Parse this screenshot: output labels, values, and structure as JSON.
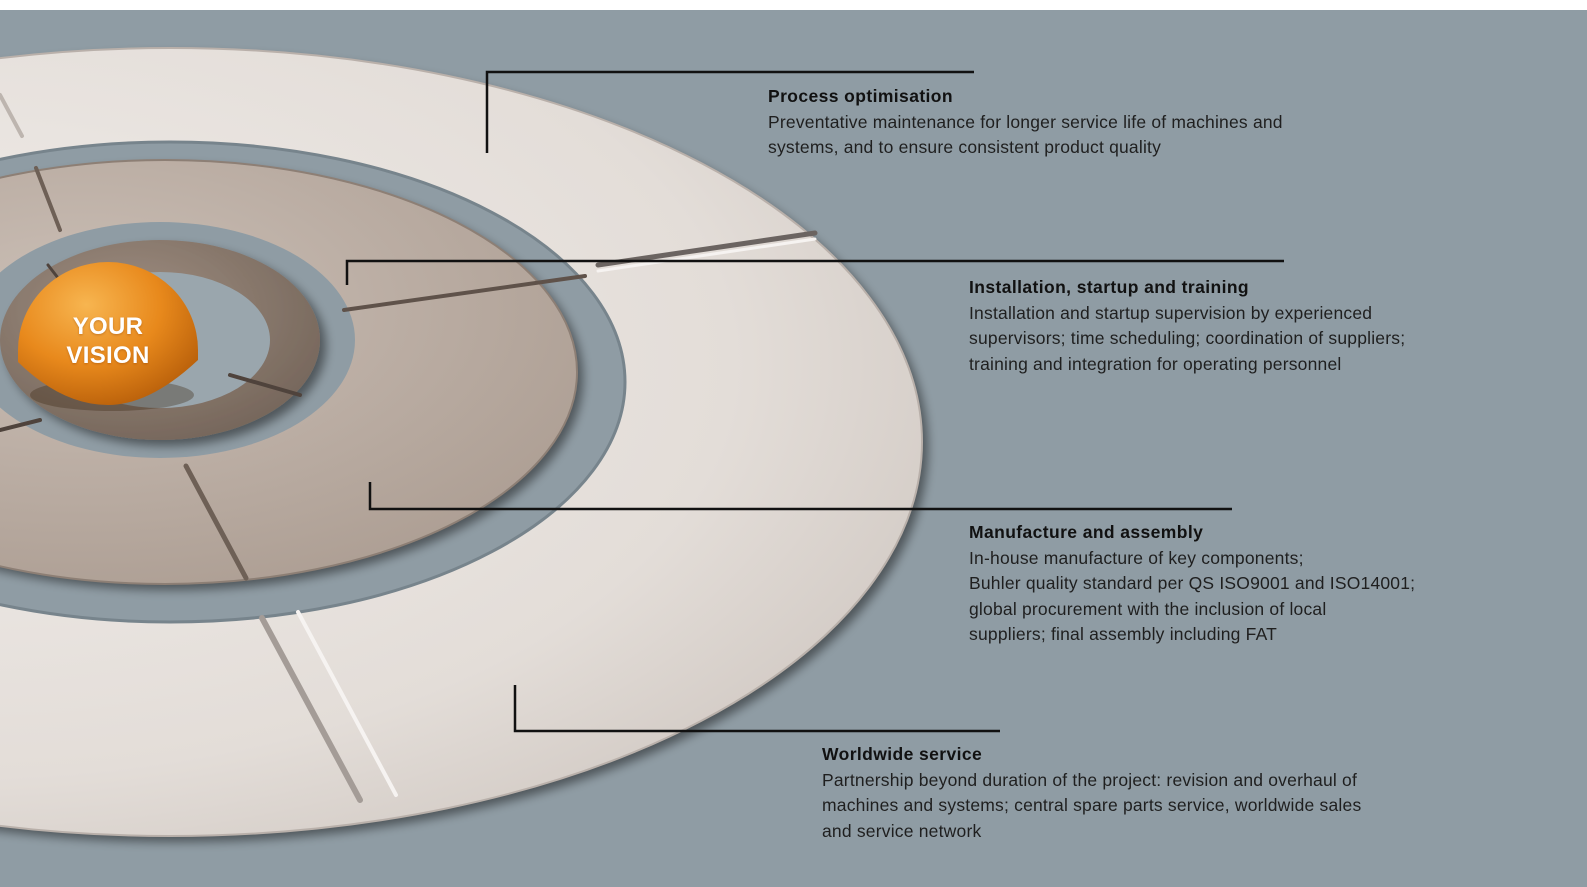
{
  "center_label": {
    "line1": "YOUR",
    "line2": "VISION"
  },
  "callouts": [
    {
      "title": "Process optimisation",
      "lines": [
        "Preventative maintenance for longer service life of machines and",
        "systems, and to ensure consistent product quality"
      ]
    },
    {
      "title": "Installation, startup and training",
      "lines": [
        "Installation and startup supervision by experienced",
        "supervisors; time scheduling; coordination of suppliers;",
        "training and integration for operating personnel"
      ]
    },
    {
      "title": "Manufacture and assembly",
      "lines": [
        "In-house manufacture of key components;",
        "Buhler quality standard per QS ISO9001 and ISO14001;",
        "global procurement with the inclusion of local",
        "suppliers; final assembly including FAT"
      ]
    },
    {
      "title": "Worldwide service",
      "lines": [
        "Partnership beyond duration of the project: revision and overhaul of",
        "machines and systems; central spare parts service, worldwide sales",
        "and service network"
      ]
    }
  ],
  "colors": {
    "background": "#8f9ca4",
    "outer_ring": "#e4dfdb",
    "middle_ring": "#bcaea4",
    "inner_ring": "#8a7a6e",
    "center_sphere": "#e8891c",
    "leader_line": "#111111"
  }
}
